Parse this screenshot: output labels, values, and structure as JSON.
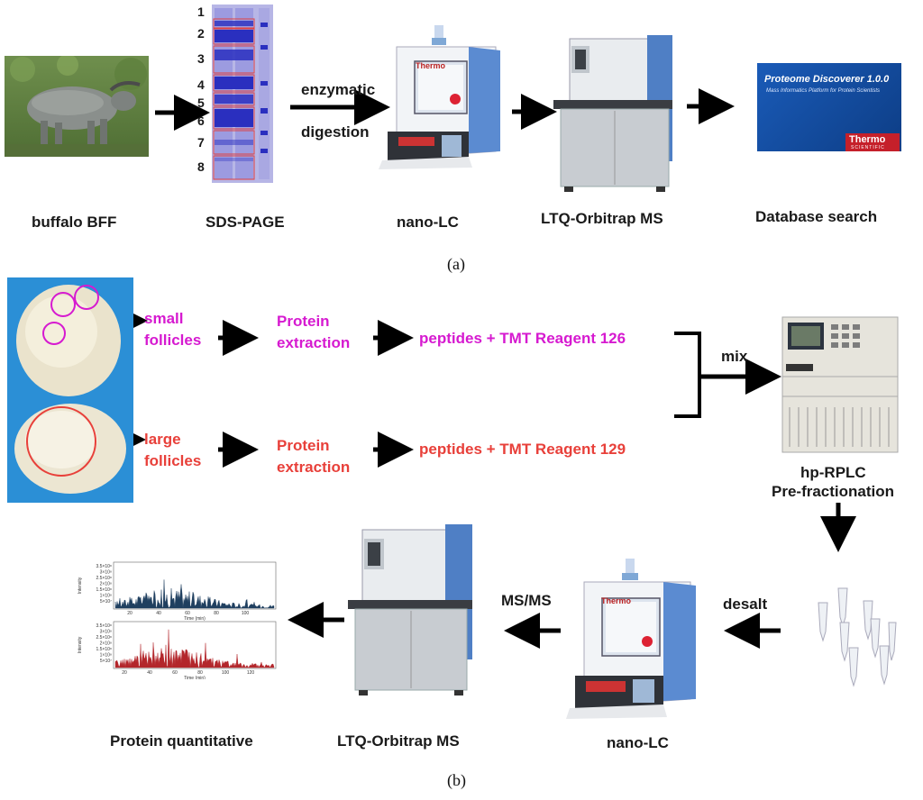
{
  "panel_a": {
    "label": "(a)",
    "steps": [
      {
        "label": "buffalo BFF"
      },
      {
        "label": "SDS-PAGE"
      },
      {
        "label": "nano-LC"
      },
      {
        "label": "LTQ-Orbitrap MS"
      },
      {
        "label": "Database search"
      }
    ],
    "digestion_line1": "enzymatic",
    "digestion_line2": "digestion",
    "gel_lanes": [
      "1",
      "2",
      "3",
      "4",
      "5",
      "6",
      "7",
      "8"
    ],
    "software_title": "Proteome Discoverer 1.0.0",
    "software_subtitle": "Mass Informatics Platform for Protein Scientists",
    "brand_line1": "Thermo",
    "brand_line2": "SCIENTIFIC",
    "instrument_brand": "Thermo"
  },
  "panel_b": {
    "label": "(b)",
    "small_line1": "small",
    "small_line2": "follicles",
    "large_line1": "large",
    "large_line2": "follicles",
    "extraction_line1": "Protein",
    "extraction_line2": "extraction",
    "peptides_126": "peptides + TMT Reagent 126",
    "peptides_129": "peptides + TMT Reagent 129",
    "mix": "mix",
    "hplc_line1": "hp-RPLC",
    "hplc_line2": "Pre-fractionation",
    "desalt": "desalt",
    "msms": "MS/MS",
    "nanolc": "nano-LC",
    "orbitrap": "LTQ-Orbitrap MS",
    "quant": "Protein quantitative",
    "spectrum": {
      "ylabel": "Intensity",
      "xlabel": "Time (min)",
      "top_yticks": [
        "3.5×10⁸",
        "3×10⁸",
        "2.5×10⁸",
        "2×10⁸",
        "1.5×10⁸",
        "1×10⁸",
        "5×10⁷"
      ],
      "top_xticks": [
        "20",
        "40",
        "60",
        "80",
        "100"
      ],
      "bottom_yticks": [
        "3.5×10⁸",
        "3×10⁸",
        "2.5×10⁸",
        "2×10⁸",
        "1.5×10⁸",
        "1×10⁸",
        "5×10⁷"
      ],
      "bottom_xticks": [
        "20",
        "40",
        "60",
        "80",
        "100",
        "120"
      ]
    }
  },
  "colors": {
    "small": "#d61ad0",
    "large": "#e8403a",
    "trace_top": "#1f3f5f",
    "trace_bottom": "#b3262b"
  }
}
